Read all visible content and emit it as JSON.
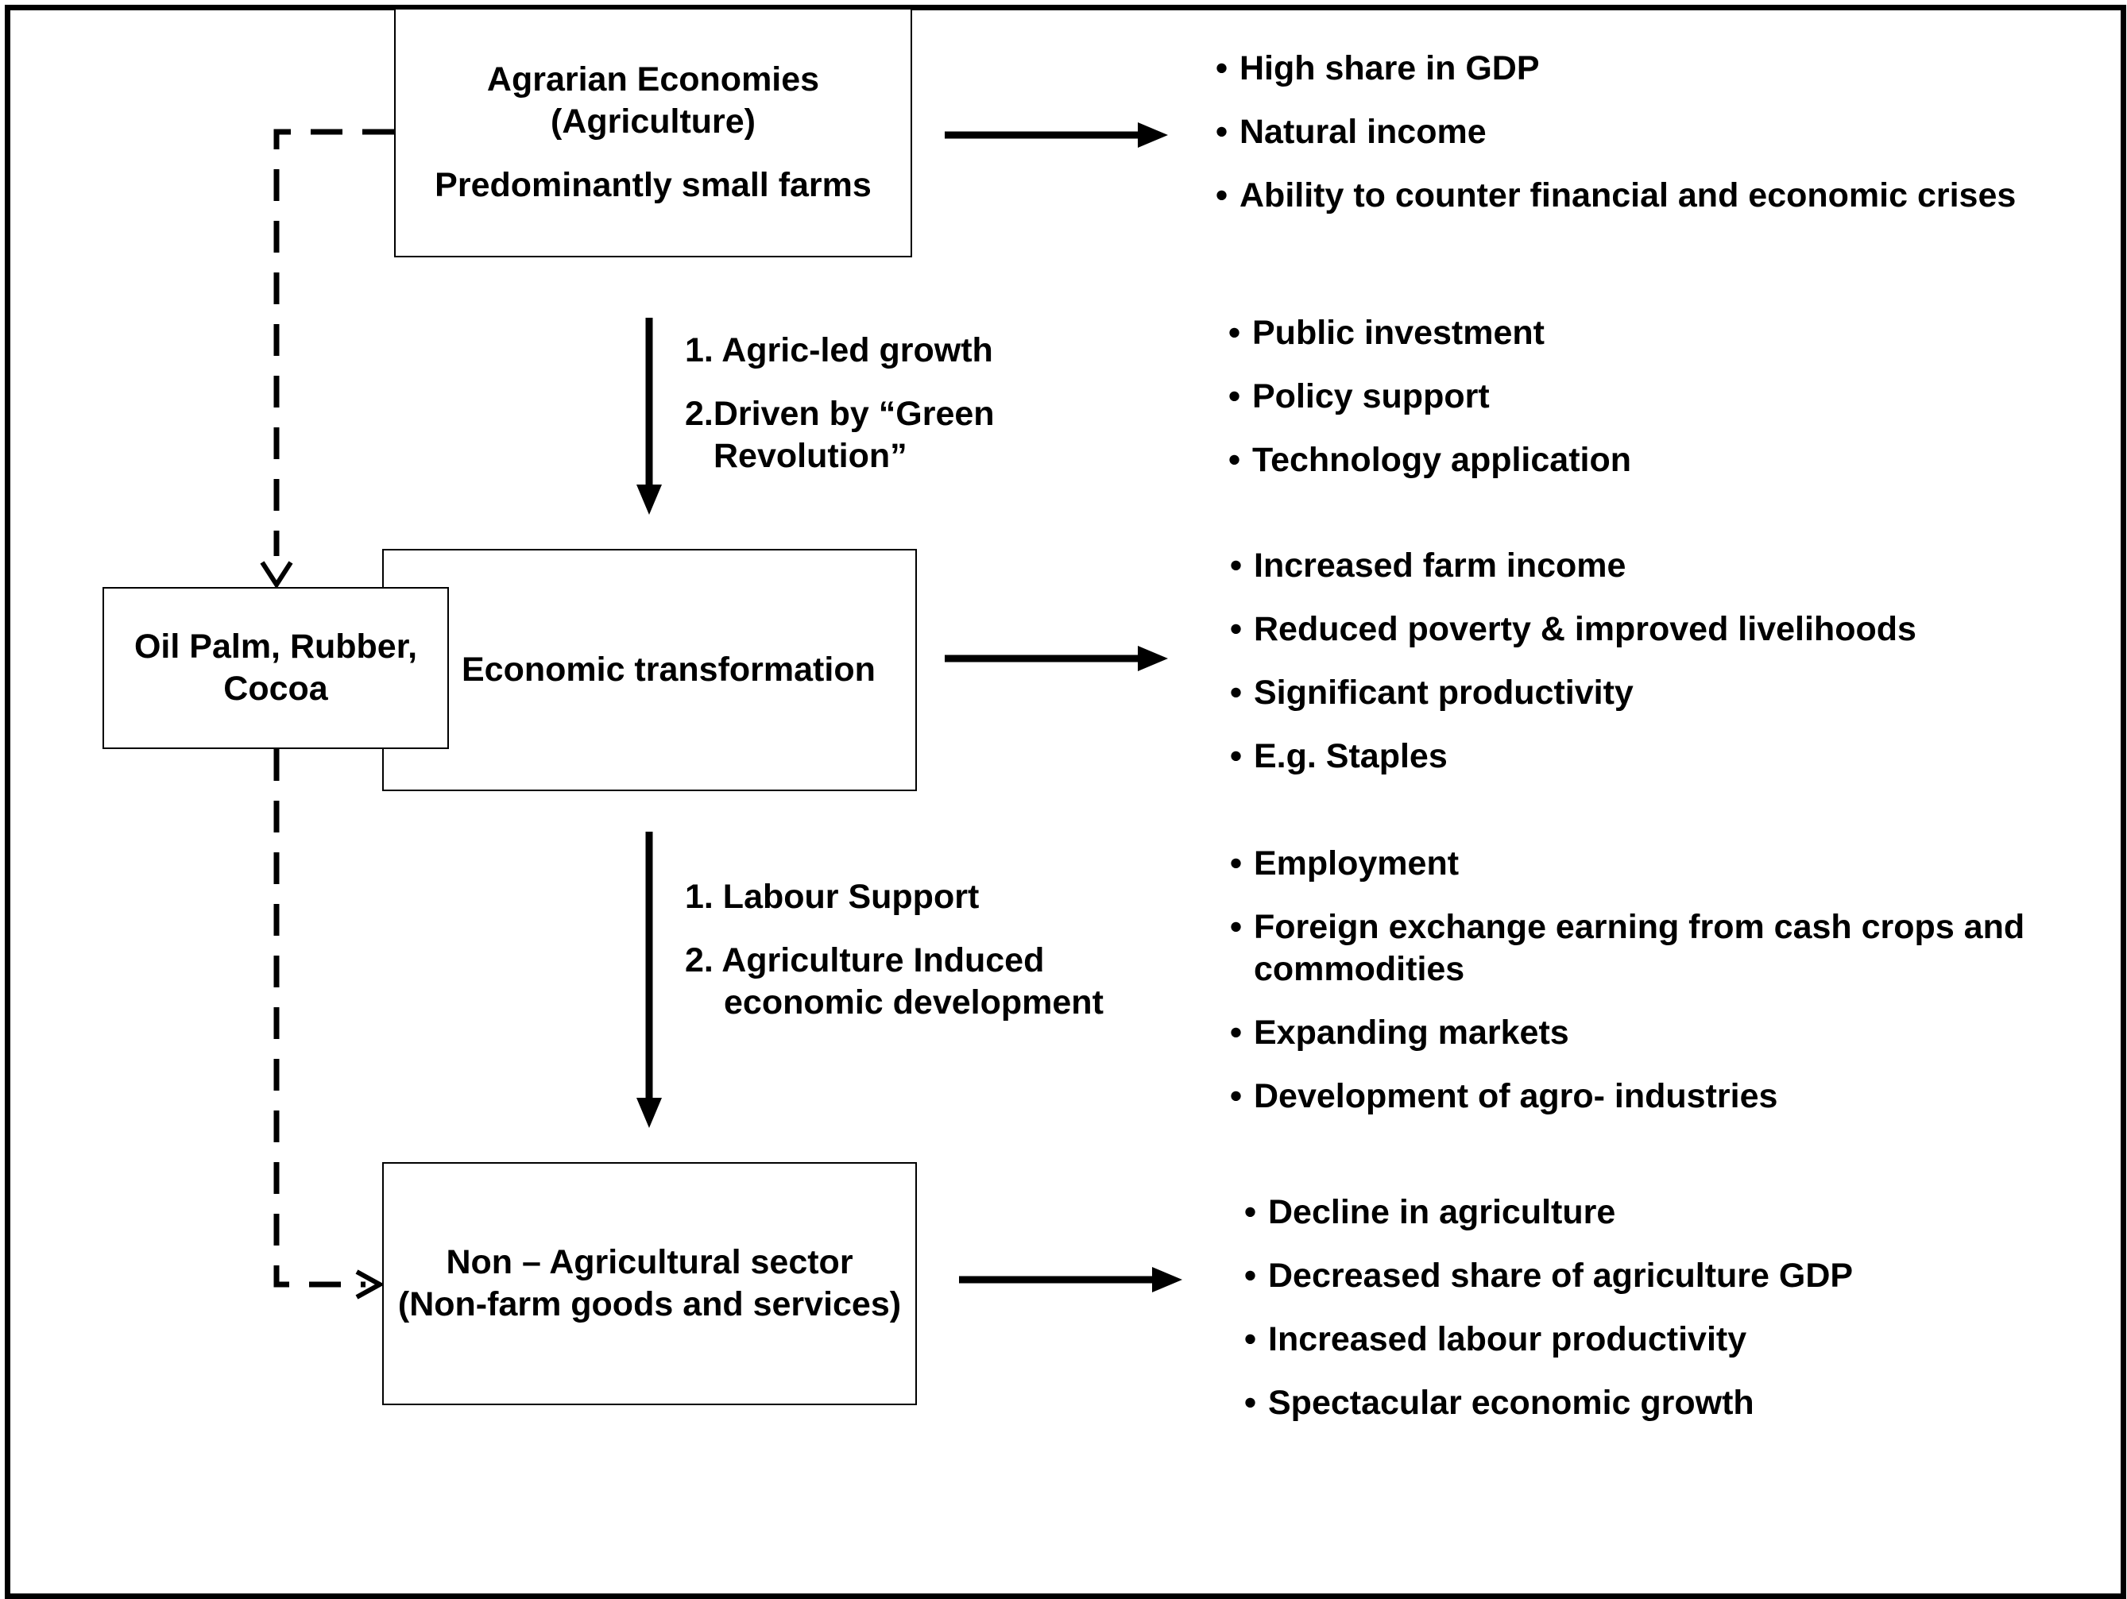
{
  "boxes": {
    "agrarian": {
      "line1": "Agrarian Economies",
      "line2": "(Agriculture)",
      "line3": "Predominantly small farms"
    },
    "transformation": {
      "label": "Economic transformation"
    },
    "cash_crops": {
      "line1": "Oil Palm, Rubber,",
      "line2": "Cocoa"
    },
    "non_agri": {
      "line1": "Non – Agricultural sector",
      "line2": "(Non-farm goods and services)"
    }
  },
  "transitions": {
    "first": {
      "item1": "1. Agric-led growth",
      "item2a": "2.Driven by “Green",
      "item2b": "Revolution”"
    },
    "second": {
      "item1": "1. Labour Support",
      "item2a": "2. Agriculture Induced",
      "item2b": "economic  development"
    }
  },
  "bullets": {
    "bullet_char": "•",
    "agrarian_outcomes": [
      "High share in GDP",
      "Natural income",
      "Ability to counter financial and economic crises"
    ],
    "growth_drivers": [
      "Public investment",
      "Policy support",
      "Technology application"
    ],
    "transformation_outcomes": [
      "Increased farm income",
      "Reduced poverty & improved livelihoods",
      "Significant productivity",
      "E.g. Staples"
    ],
    "development_drivers": [
      "Employment",
      "Foreign exchange earning from cash crops and commodities",
      "Expanding markets",
      "Development of agro- industries"
    ],
    "non_agri_outcomes": [
      "Decline in agriculture",
      "Decreased share of agriculture GDP",
      "Increased labour productivity",
      "Spectacular economic growth"
    ]
  }
}
